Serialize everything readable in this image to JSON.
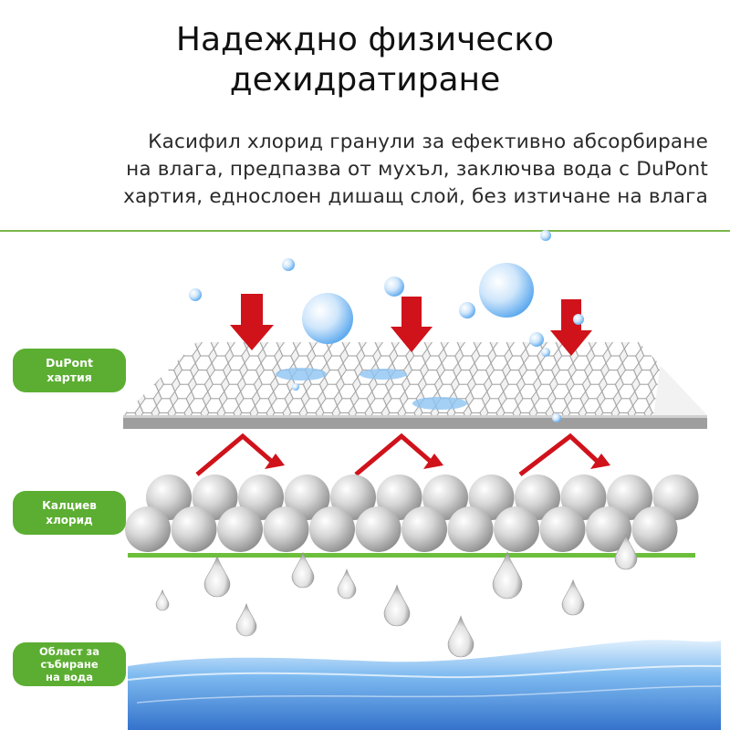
{
  "title": {
    "line1": "Надеждно физическо",
    "line2": "дехидратиране"
  },
  "description": {
    "line1": "Касифил хлорид гранули за ефективно абсорбиране",
    "line2": "на влага, предпазва от мухъл, заключва вода с DuPont",
    "line3": "хартия, еднослоен дишащ слой, без изтичане на влага"
  },
  "labels": {
    "paper": {
      "line1": "DuPont",
      "line2": "хартия"
    },
    "calcium": {
      "line1": "Калциев",
      "line2": "хлорид"
    },
    "water": {
      "line1": "Област за",
      "line2": "събиране",
      "line3": "на вода"
    }
  },
  "colors": {
    "label_green": "#5cae32",
    "divider_green": "#7ab648",
    "arrow_red": "#d0121b",
    "water_blue": "#2f7fd6"
  },
  "icons": [
    "down-arrow-icon",
    "bent-arrow-icon",
    "water-droplet-icon",
    "bubble-icon",
    "sphere-icon"
  ]
}
